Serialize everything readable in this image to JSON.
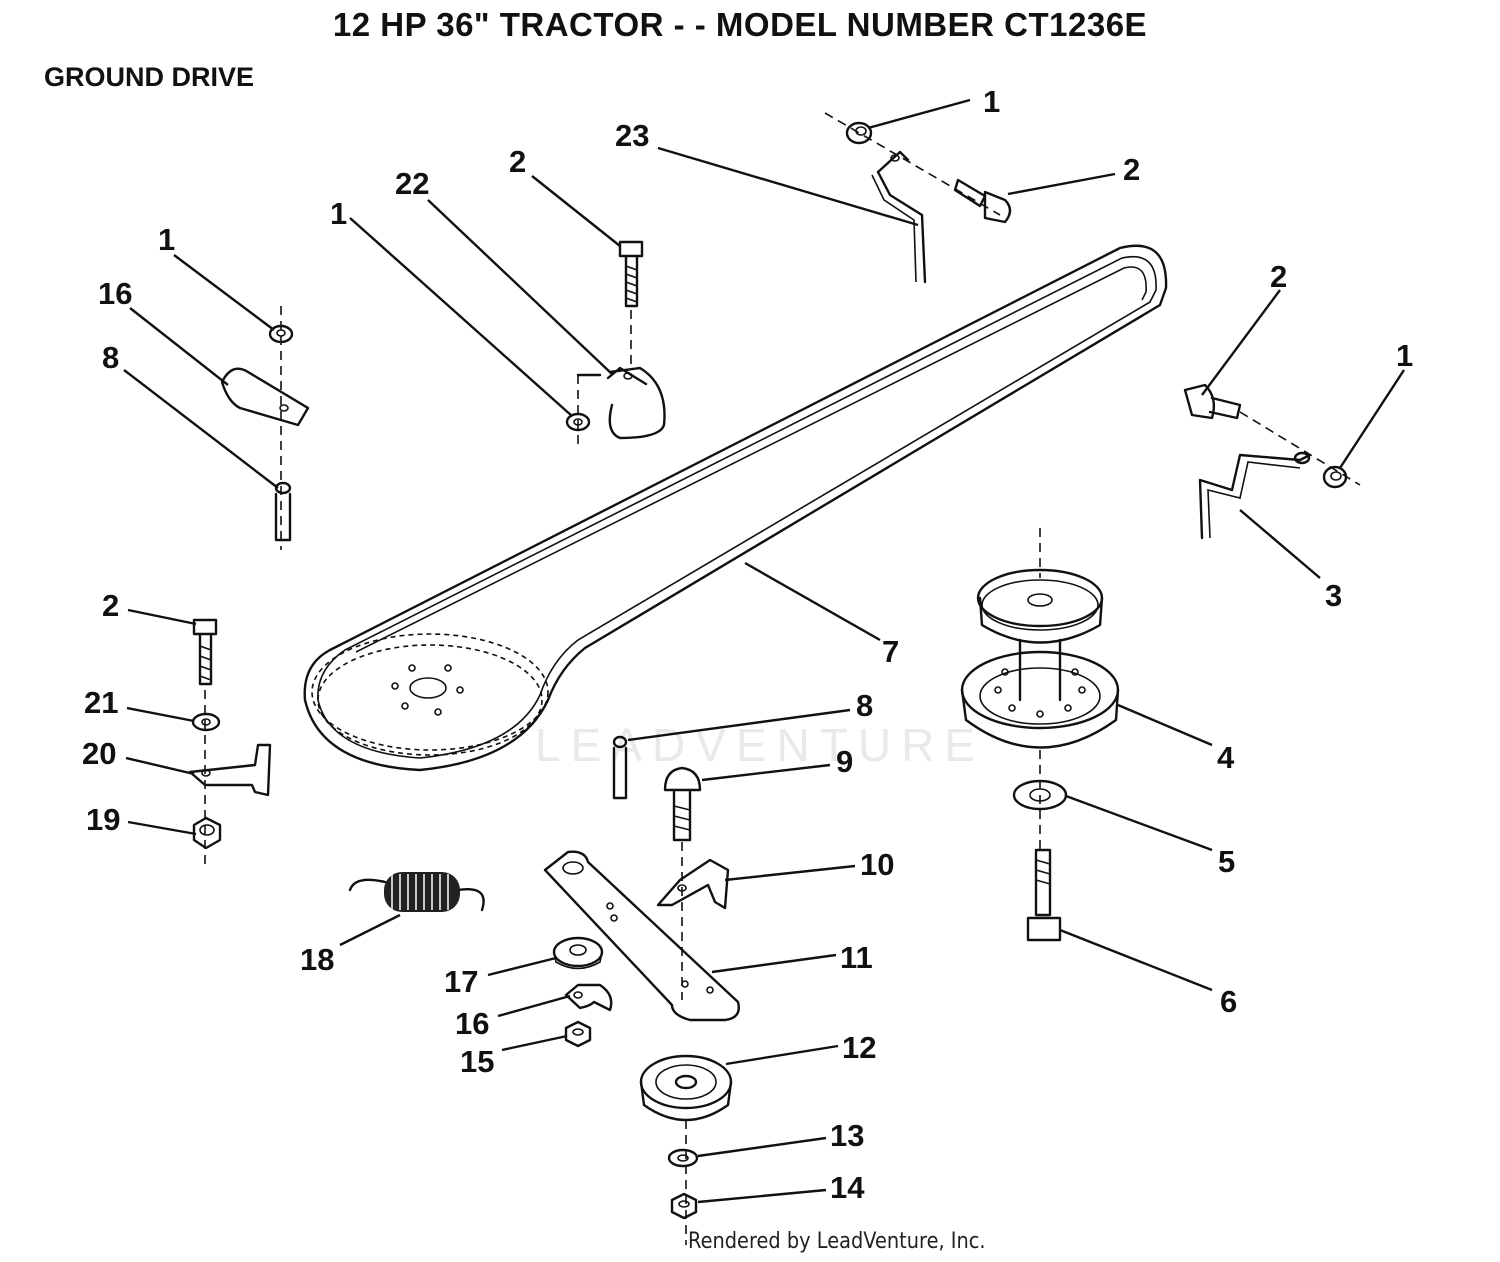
{
  "title": "12 HP 36\" TRACTOR - - MODEL NUMBER CT1236E",
  "subtitle": "GROUND DRIVE",
  "credit": "Rendered by LeadVenture, Inc.",
  "watermark": "LEADVENTURE",
  "callouts": [
    {
      "id": "c1a",
      "label": "1"
    },
    {
      "id": "c2a",
      "label": "2"
    },
    {
      "id": "c23",
      "label": "23"
    },
    {
      "id": "c2b",
      "label": "2"
    },
    {
      "id": "c22",
      "label": "22"
    },
    {
      "id": "c1b",
      "label": "1"
    },
    {
      "id": "c1c",
      "label": "1"
    },
    {
      "id": "c16a",
      "label": "16"
    },
    {
      "id": "c8a",
      "label": "8"
    },
    {
      "id": "c2c",
      "label": "2"
    },
    {
      "id": "c1d",
      "label": "1"
    },
    {
      "id": "c3",
      "label": "3"
    },
    {
      "id": "c7",
      "label": "7"
    },
    {
      "id": "c4",
      "label": "4"
    },
    {
      "id": "c2d",
      "label": "2"
    },
    {
      "id": "c21",
      "label": "21"
    },
    {
      "id": "c20",
      "label": "20"
    },
    {
      "id": "c19",
      "label": "19"
    },
    {
      "id": "c8b",
      "label": "8"
    },
    {
      "id": "c9",
      "label": "9"
    },
    {
      "id": "c5",
      "label": "5"
    },
    {
      "id": "c10",
      "label": "10"
    },
    {
      "id": "c18",
      "label": "18"
    },
    {
      "id": "c11",
      "label": "11"
    },
    {
      "id": "c6",
      "label": "6"
    },
    {
      "id": "c17",
      "label": "17"
    },
    {
      "id": "c16b",
      "label": "16"
    },
    {
      "id": "c15",
      "label": "15"
    },
    {
      "id": "c12",
      "label": "12"
    },
    {
      "id": "c13",
      "label": "13"
    },
    {
      "id": "c14",
      "label": "14"
    }
  ]
}
